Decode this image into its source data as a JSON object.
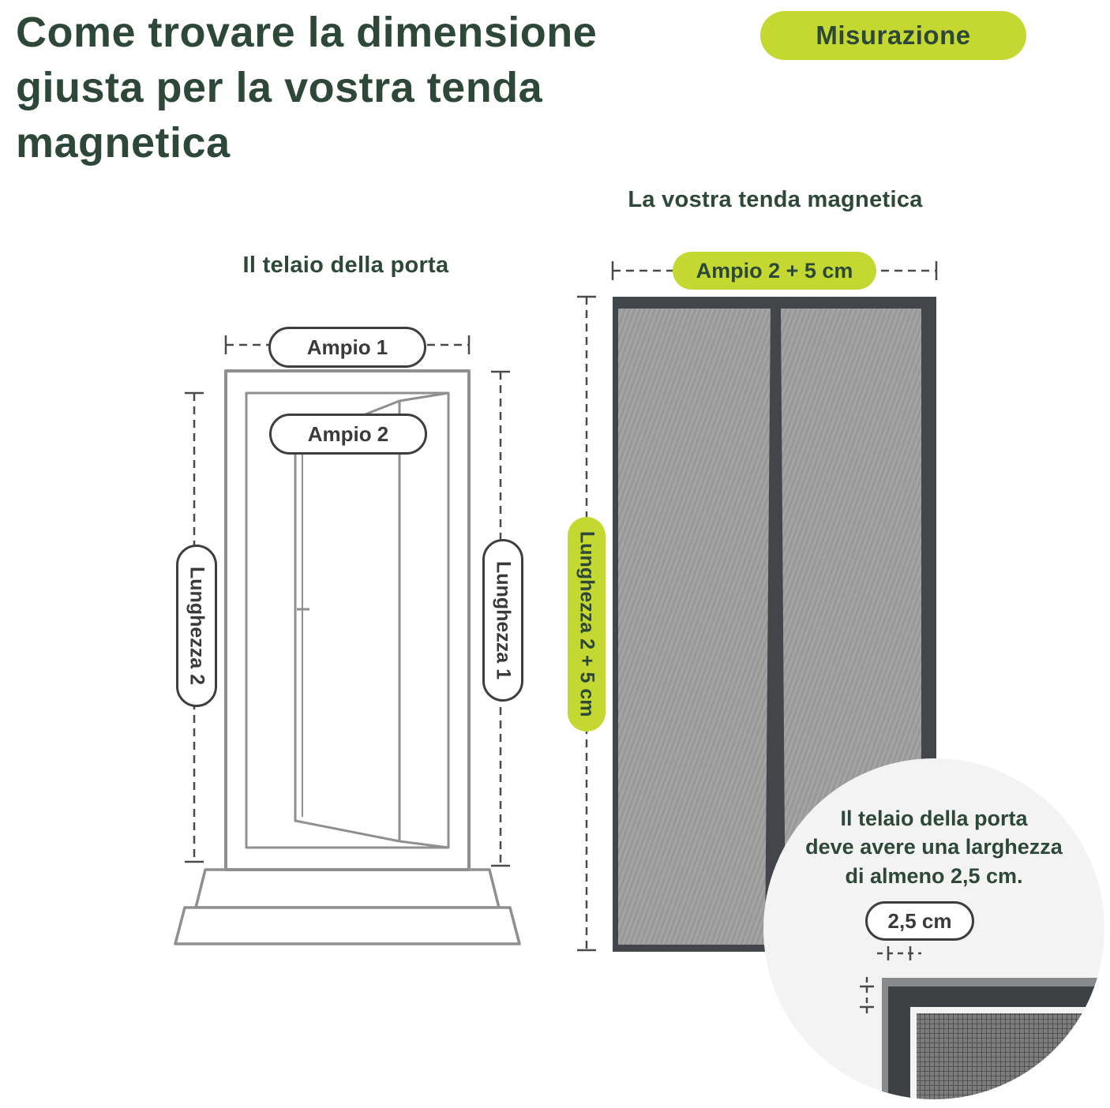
{
  "colors": {
    "dark_green": "#2d4839",
    "lime": "#c5d831",
    "drawing_line_gray": "#8f8f8f",
    "measure_line_dark": "#4a4a4a",
    "curtain_frame_dark": "#42464a",
    "curtain_mesh_gray": "#a4a4a4",
    "detail_circle_bg": "#f3f3f3"
  },
  "header": {
    "title_lines": [
      "Come trovare la dimensione",
      "giusta per la vostra tenda",
      "magnetica"
    ],
    "badge_label": "Misurazione"
  },
  "door_diagram": {
    "title": "Il telaio della porta",
    "ampio1_label": "Ampio 1",
    "ampio2_label": "Ampio 2",
    "lunghezza1_label": "Lunghezza 1",
    "lunghezza2_label": "Lunghezza 2"
  },
  "curtain_diagram": {
    "title": "La vostra tenda magnetica",
    "width_label": "Ampio 2 + 5 cm",
    "length_label": "Lunghezza 2 + 5 cm"
  },
  "detail_circle": {
    "note_lines": [
      "Il telaio della porta",
      "deve avere una larghezza",
      "di almeno 2,5 cm."
    ],
    "measure_label": "2,5 cm"
  }
}
